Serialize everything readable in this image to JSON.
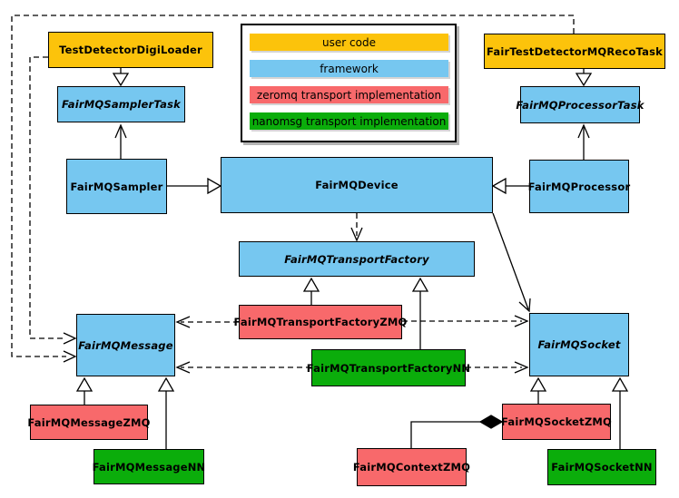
{
  "legend": {
    "items": [
      {
        "label": "user code",
        "color": "#FCC30B",
        "kind": "user"
      },
      {
        "label": "framework",
        "color": "#76C7F0",
        "kind": "framework"
      },
      {
        "label": "zeromq transport implementation",
        "color": "#F8696B",
        "kind": "zeromq"
      },
      {
        "label": "nanomsg transport implementation",
        "color": "#0BAD0B",
        "kind": "nanomsg"
      }
    ]
  },
  "palette": {
    "user_code": "#FCC30B",
    "framework": "#76C7F0",
    "zeromq": "#F8696B",
    "nanomsg": "#0BAD0B",
    "border": "#000000",
    "background": "#ffffff"
  },
  "nodes": {
    "testDetectorDigiLoader": {
      "label": "TestDetectorDigiLoader",
      "kind": "user",
      "abstract": false
    },
    "fairTestDetectorMQRecoTask": {
      "label": "FairTestDetectorMQRecoTask",
      "kind": "user",
      "abstract": false
    },
    "fairMQSamplerTask": {
      "label": "FairMQSamplerTask",
      "kind": "framework",
      "abstract": true
    },
    "fairMQProcessorTask": {
      "label": "FairMQProcessorTask",
      "kind": "framework",
      "abstract": true
    },
    "fairMQSampler": {
      "label": "FairMQSampler",
      "kind": "framework",
      "abstract": false
    },
    "fairMQDevice": {
      "label": "FairMQDevice",
      "kind": "framework",
      "abstract": false
    },
    "fairMQProcessor": {
      "label": "FairMQProcessor",
      "kind": "framework",
      "abstract": false
    },
    "fairMQTransportFactory": {
      "label": "FairMQTransportFactory",
      "kind": "framework",
      "abstract": true
    },
    "fairMQTransportFactoryZMQ": {
      "label": "FairMQTransportFactoryZMQ",
      "kind": "zeromq",
      "abstract": false
    },
    "fairMQTransportFactoryNN": {
      "label": "FairMQTransportFactoryNN",
      "kind": "nanomsg",
      "abstract": false
    },
    "fairMQMessage": {
      "label": "FairMQMessage",
      "kind": "framework",
      "abstract": true
    },
    "fairMQSocket": {
      "label": "FairMQSocket",
      "kind": "framework",
      "abstract": true
    },
    "fairMQMessageZMQ": {
      "label": "FairMQMessageZMQ",
      "kind": "zeromq",
      "abstract": false
    },
    "fairMQMessageNN": {
      "label": "FairMQMessageNN",
      "kind": "nanomsg",
      "abstract": false
    },
    "fairMQContextZMQ": {
      "label": "FairMQContextZMQ",
      "kind": "zeromq",
      "abstract": false
    },
    "fairMQSocketZMQ": {
      "label": "FairMQSocketZMQ",
      "kind": "zeromq",
      "abstract": false
    },
    "fairMQSocketNN": {
      "label": "FairMQSocketNN",
      "kind": "nanomsg",
      "abstract": false
    }
  },
  "edges": [
    {
      "from": "TestDetectorDigiLoader",
      "to": "FairMQSamplerTask",
      "type": "inheritance"
    },
    {
      "from": "FairTestDetectorMQRecoTask",
      "to": "FairMQProcessorTask",
      "type": "inheritance"
    },
    {
      "from": "FairMQSampler",
      "to": "FairMQSamplerTask",
      "type": "association"
    },
    {
      "from": "FairMQProcessor",
      "to": "FairMQProcessorTask",
      "type": "association"
    },
    {
      "from": "FairMQSampler",
      "to": "FairMQDevice",
      "type": "inheritance"
    },
    {
      "from": "FairMQProcessor",
      "to": "FairMQDevice",
      "type": "inheritance"
    },
    {
      "from": "FairMQDevice",
      "to": "FairMQTransportFactory",
      "type": "dependency"
    },
    {
      "from": "FairMQDevice",
      "to": "FairMQSocket",
      "type": "association"
    },
    {
      "from": "FairMQTransportFactoryZMQ",
      "to": "FairMQTransportFactory",
      "type": "inheritance"
    },
    {
      "from": "FairMQTransportFactoryNN",
      "to": "FairMQTransportFactory",
      "type": "inheritance"
    },
    {
      "from": "FairMQTransportFactoryZMQ",
      "to": "FairMQMessage",
      "type": "dependency"
    },
    {
      "from": "FairMQTransportFactoryZMQ",
      "to": "FairMQSocket",
      "type": "dependency"
    },
    {
      "from": "FairMQTransportFactoryNN",
      "to": "FairMQMessage",
      "type": "dependency"
    },
    {
      "from": "FairMQTransportFactoryNN",
      "to": "FairMQSocket",
      "type": "dependency"
    },
    {
      "from": "TestDetectorDigiLoader",
      "to": "FairMQMessage",
      "type": "dependency"
    },
    {
      "from": "FairTestDetectorMQRecoTask",
      "to": "FairMQMessage",
      "type": "dependency"
    },
    {
      "from": "FairMQMessageZMQ",
      "to": "FairMQMessage",
      "type": "inheritance"
    },
    {
      "from": "FairMQMessageNN",
      "to": "FairMQMessage",
      "type": "inheritance"
    },
    {
      "from": "FairMQSocketZMQ",
      "to": "FairMQSocket",
      "type": "inheritance"
    },
    {
      "from": "FairMQSocketNN",
      "to": "FairMQSocket",
      "type": "inheritance"
    },
    {
      "from": "FairMQContextZMQ",
      "to": "FairMQSocketZMQ",
      "type": "composition"
    }
  ]
}
